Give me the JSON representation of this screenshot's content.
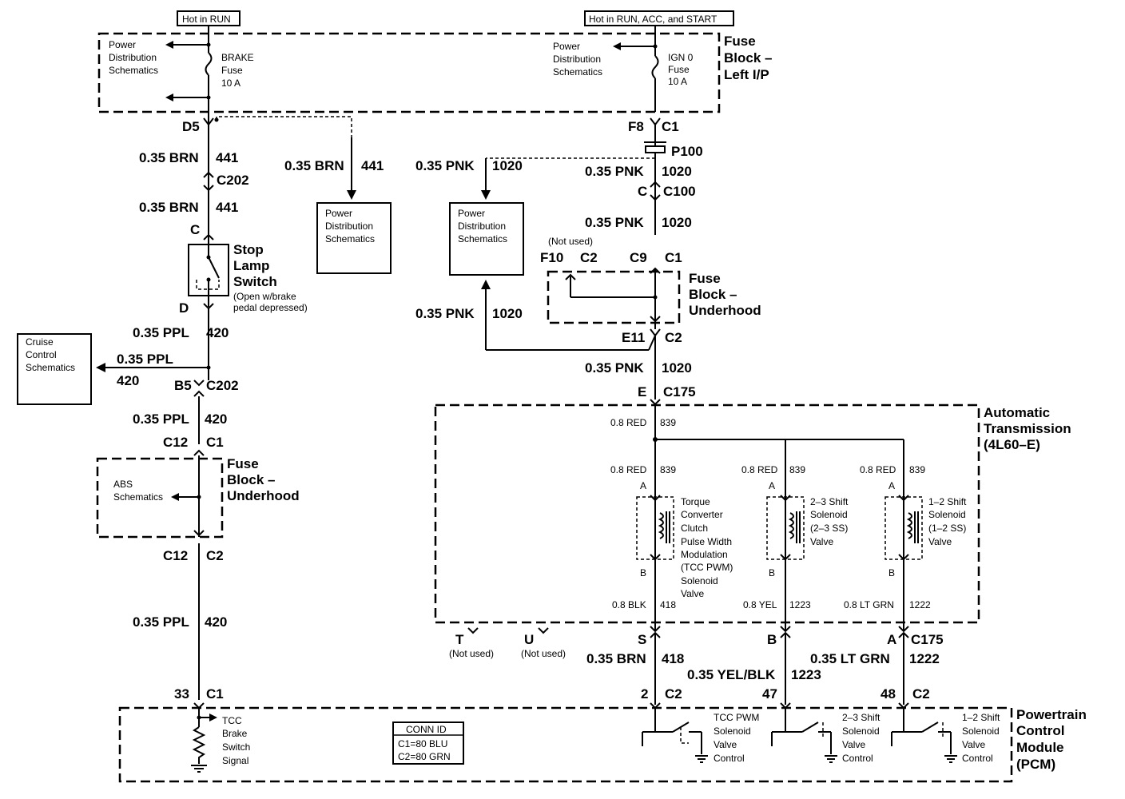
{
  "power": {
    "left_source": "Hot in RUN",
    "right_source": "Hot in RUN, ACC, and START"
  },
  "fuse_block_lip": {
    "title": [
      "Fuse",
      "Block –",
      "Left I/P"
    ],
    "pds_left": [
      "Power",
      "Distribution",
      "Schematics"
    ],
    "pds_right": [
      "Power",
      "Distribution",
      "Schematics"
    ],
    "brake_fuse": [
      "BRAKE",
      "Fuse",
      "10 A"
    ],
    "ign_fuse": [
      "IGN 0",
      "Fuse",
      "10 A"
    ]
  },
  "left_circuit": {
    "d5": "D5",
    "wire1_gauge": "0.35 BRN",
    "wire1_num": "441",
    "c202": "C202",
    "wire2_gauge": "0.35 BRN",
    "wire2_num": "441",
    "branch_gauge": "0.35 BRN",
    "branch_num": "441",
    "branch_box": [
      "Power",
      "Distribution",
      "Schematics"
    ],
    "pin_c": "C",
    "stop_lamp": [
      "Stop",
      "Lamp",
      "Switch"
    ],
    "stop_lamp_note": [
      "(Open w/brake",
      "pedal depressed)"
    ],
    "pin_d": "D",
    "wire3_gauge": "0.35 PPL",
    "wire3_num": "420",
    "cruise_box": [
      "Cruise",
      "Control",
      "Schematics"
    ],
    "cruise_gauge": "0.35 PPL",
    "cruise_num": "420",
    "b5": "B5",
    "c202b": "C202",
    "wire4_gauge": "0.35 PPL",
    "wire4_num": "420",
    "c12a": "C12",
    "c1a": "C1",
    "fuse_uh_title": [
      "Fuse",
      "Block –",
      "Underhood"
    ],
    "abs": [
      "ABS",
      "Schematics"
    ],
    "c12b": "C12",
    "c2a": "C2",
    "wire5_gauge": "0.35 PPL",
    "wire5_num": "420",
    "pin33": "33",
    "c1b": "C1"
  },
  "right_circuit": {
    "f8": "F8",
    "c1": "C1",
    "p100": "P100",
    "wire1_gauge": "0.35 PNK",
    "wire1_num": "1020",
    "branch_gauge": "0.35 PNK",
    "branch_num": "1020",
    "branch_box": [
      "Power",
      "Distribution",
      "Schematics"
    ],
    "pin_c": "C",
    "c100": "C100",
    "wire2_gauge": "0.35 PNK",
    "wire2_num": "1020",
    "not_used": "(Not used)",
    "f10": "F10",
    "c2": "C2",
    "c9": "C9",
    "c1b": "C1",
    "fuse_uh_title": [
      "Fuse",
      "Block –",
      "Underhood"
    ],
    "ret_gauge": "0.35 PNK",
    "ret_num": "1020",
    "e11": "E11",
    "c2b": "C2",
    "wire3_gauge": "0.35 PNK",
    "wire3_num": "1020",
    "pin_e": "E",
    "c175": "C175"
  },
  "transmission": {
    "title": [
      "Automatic",
      "Transmission",
      "(4L60–E)"
    ],
    "top_gauge": "0.8 RED",
    "top_num": "839",
    "feeds": [
      {
        "gauge": "0.8 RED",
        "num": "839"
      },
      {
        "gauge": "0.8 RED",
        "num": "839"
      },
      {
        "gauge": "0.8 RED",
        "num": "839"
      }
    ],
    "pin_a": "A",
    "pin_b": "B",
    "sol1": [
      "Torque",
      "Converter",
      "Clutch",
      "Pulse Width",
      "Modulation",
      "(TCC PWM)",
      "Solenoid",
      "Valve"
    ],
    "sol2": [
      "2–3 Shift",
      "Solenoid",
      "(2–3 SS)",
      "Valve"
    ],
    "sol3": [
      "1–2 Shift",
      "Solenoid",
      "(1–2 SS)",
      "Valve"
    ],
    "out1_gauge": "0.8 BLK",
    "out1_num": "418",
    "out2_gauge": "0.8 YEL",
    "out2_num": "1223",
    "out3_gauge": "0.8 LT GRN",
    "out3_num": "1222"
  },
  "c175_row": {
    "t": "T",
    "t_note": "(Not used)",
    "u": "U",
    "u_note": "(Not used)",
    "s": "S",
    "b": "B",
    "a": "A",
    "c175": "C175"
  },
  "pcm_wires": {
    "w1_gauge": "0.35 BRN",
    "w1_num": "418",
    "w2_gauge": "0.35 YEL/BLK",
    "w2_num": "1223",
    "w3_gauge": "0.35 LT GRN",
    "w3_num": "1222",
    "p2": "2",
    "c2a": "C2",
    "p47": "47",
    "p48": "48",
    "c2b": "C2"
  },
  "pcm": {
    "title": [
      "Powertrain",
      "Control",
      "Module",
      "(PCM)"
    ],
    "tcc_brake": [
      "TCC",
      "Brake",
      "Switch",
      "Signal"
    ],
    "conn_id_title": "CONN ID",
    "conn_id_lines": [
      "C1=80 BLU",
      "C2=80 GRN"
    ],
    "ctrl1": [
      "TCC PWM",
      "Solenoid",
      "Valve",
      "Control"
    ],
    "ctrl2": [
      "2–3 Shift",
      "Solenoid",
      "Valve",
      "Control"
    ],
    "ctrl3": [
      "1–2 Shift",
      "Solenoid",
      "Valve",
      "Control"
    ]
  }
}
